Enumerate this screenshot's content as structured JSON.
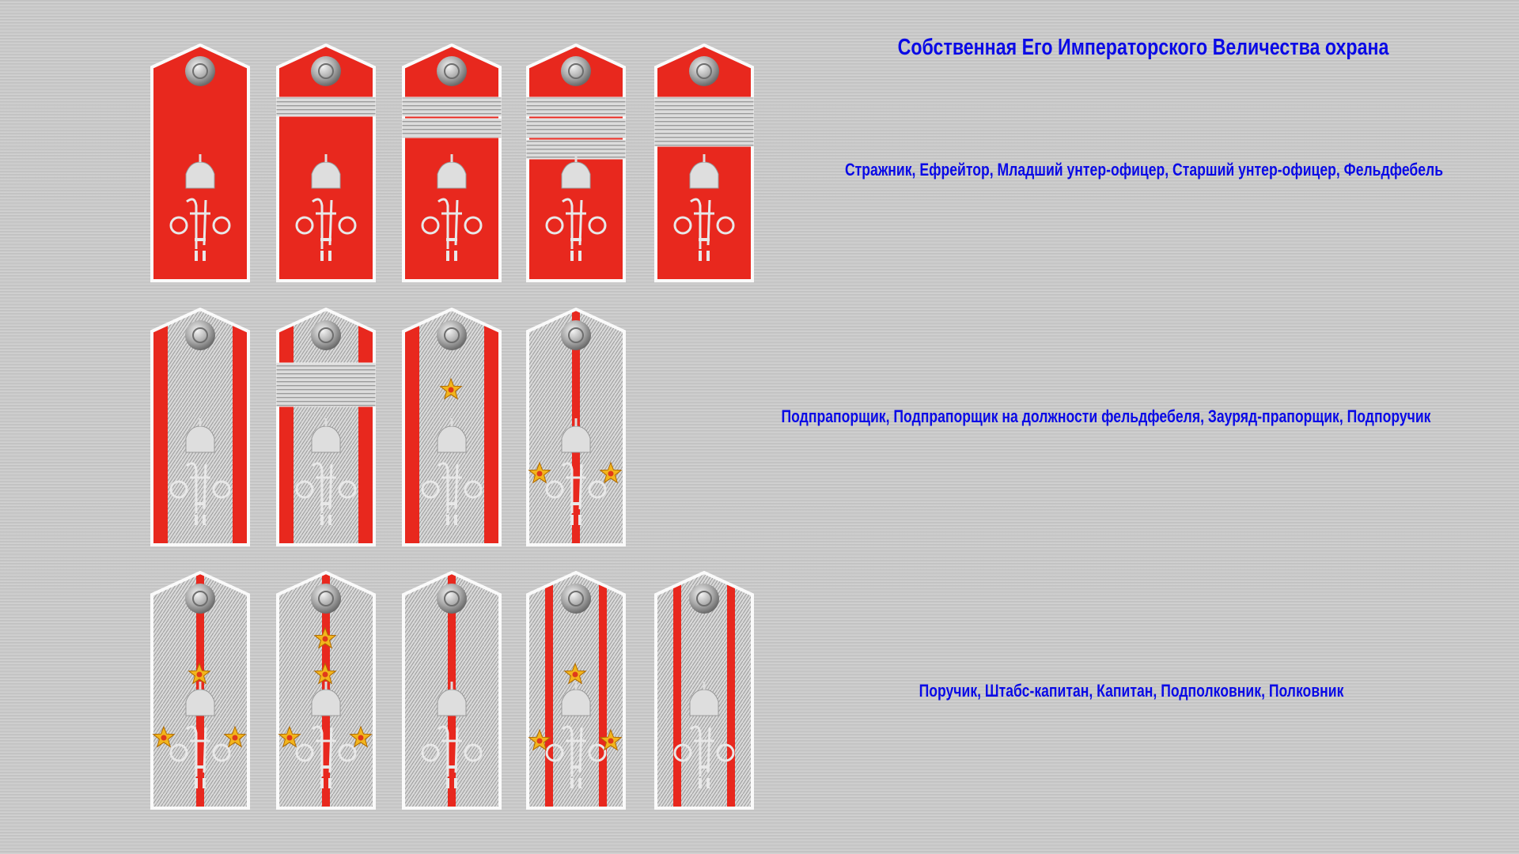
{
  "title": "Собственная Его Императорского Величества охрана",
  "rows": [
    {
      "caption": "Стражник, Ефрейтор, Младший унтер-офицер, Старший унтер-офицер, Фельдфебель"
    },
    {
      "caption": "Подпрапорщик, Подпрапорщик на должности фельдфебеля, Зауряд-прапорщик, Подпоручик"
    },
    {
      "caption": "Поручик, Штабс-капитан, Капитан, Подполковник, Полковник"
    }
  ],
  "colors": {
    "text": "#0a0ae6",
    "field": "#e8281e",
    "silver": "#d2d2d2",
    "star": "#f2b51c",
    "background": "#c9c9c9"
  }
}
